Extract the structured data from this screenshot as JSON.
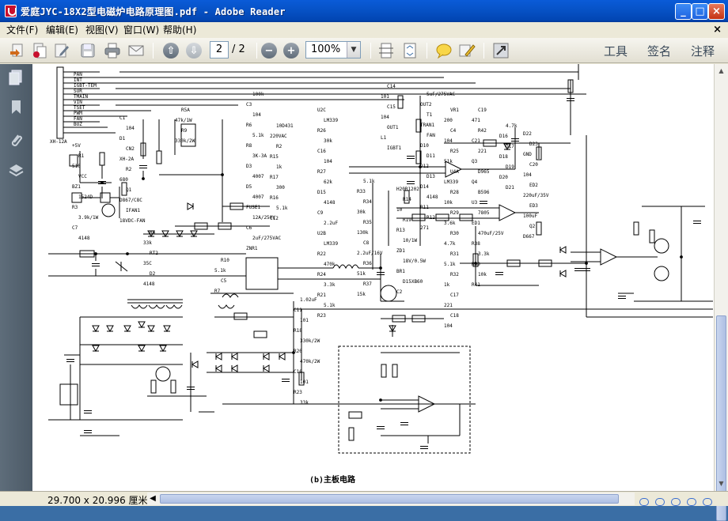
{
  "window": {
    "title": "爱庭JYC-18X2型电磁炉电路原理图.pdf - Adobe Reader",
    "buttons": {
      "minimize": "_",
      "maximize": "□",
      "close": "×"
    }
  },
  "menu": [
    {
      "label": "文件(F)"
    },
    {
      "label": "编辑(E)"
    },
    {
      "label": "视图(V)"
    },
    {
      "label": "窗口(W)"
    },
    {
      "label": "帮助(H)"
    }
  ],
  "menu_close": "×",
  "toolbar": {
    "page_current": "2",
    "page_total": "/ 2",
    "zoom": "100%",
    "tools": "工具",
    "sign": "签名",
    "comment": "注释"
  },
  "status": {
    "page_size": "29.700 x 20.996 厘米"
  },
  "schematic": {
    "caption": "(b)主板电路",
    "connector_pins": [
      "PAN",
      "INT",
      "IGBT-TEM",
      "SUR",
      "TMAIN",
      "VIN",
      "TSET",
      "PWM",
      "FAN",
      "BUZ"
    ],
    "connector_label": "XH-12A",
    "labels": [
      "+5V",
      "R1",
      "510",
      "VCC",
      "BZ1",
      "1524D",
      "R3",
      "3.9k/1W",
      "C7",
      "4148",
      "C1",
      "104",
      "D1",
      "CN2",
      "XH-2A",
      "R2",
      "680",
      "Q1",
      "D867/C8C",
      "IFAN1",
      "18VDC-FAN",
      "R4",
      "33k",
      "RT2",
      "35C",
      "D2",
      "4148",
      "R5A",
      "47k/1W",
      "R9",
      "330k/2W",
      "R10",
      "5.1k",
      "C5",
      "R7",
      "100k",
      "C3",
      "104",
      "R6",
      "5.1k",
      "R8",
      "3K-3A",
      "D3",
      "4007",
      "D5",
      "4007",
      "FUSE1",
      "12A/250V",
      "C6",
      "2uF/275VAC",
      "ZNR1",
      "10D431",
      "220VAC",
      "R2",
      "R15",
      "1k",
      "R17",
      "300",
      "R16",
      "5.1k",
      "C12",
      "1.02uF",
      "C11",
      "101",
      "R18",
      "330k/2W",
      "R20",
      "470k/2W",
      "C10",
      "101",
      "R23",
      "33k",
      "U2C",
      "LM339",
      "R26",
      "30k",
      "C16",
      "104",
      "R27",
      "62k",
      "D15",
      "4148",
      "C9",
      "2.2uF",
      "U2B",
      "LM339",
      "R22",
      "470k",
      "R24",
      "3.3k",
      "R21",
      "5.1k",
      "R23",
      "5.1k",
      "R33",
      "R34",
      "30k",
      "R35",
      "130k",
      "C8",
      "2.2uF/16V",
      "R36",
      "51k",
      "R37",
      "15k",
      "C14",
      "101",
      "C15",
      "104",
      "OUT1",
      "L1",
      "IGBT1",
      "H20R1202",
      "R14",
      "10",
      "R19",
      "R13",
      "10/1W",
      "ZD1",
      "18V/0.5W",
      "BR1",
      "D15XB60",
      "C2",
      "5uF/275VAC",
      "OUT2",
      "T1",
      "TRAN1",
      "FAN",
      "D10",
      "D11",
      "D12",
      "D13",
      "D14",
      "4148",
      "R11",
      "R12",
      "271",
      "VR1",
      "200",
      "C4",
      "104",
      "R25",
      "51k",
      "U4A",
      "LM339",
      "R28",
      "10k",
      "R29",
      "3.6k",
      "R30",
      "4.7k",
      "R31",
      "5.1k",
      "R32",
      "1k",
      "C17",
      "221",
      "C18",
      "104",
      "C19",
      "471",
      "R42",
      "C21",
      "221",
      "Q3",
      "D965",
      "Q4",
      "B596",
      "U3",
      "7805",
      "ED1",
      "470uF/25V",
      "R38",
      "3.3k",
      "R39",
      "10k",
      "R41",
      "4.7k",
      "D16",
      "D17",
      "D18",
      "D19",
      "D20",
      "D21",
      "D22",
      "D23",
      "GND",
      "C20",
      "104",
      "ED2",
      "220uF/35V",
      "ED3",
      "100uF",
      "Q2",
      "D667"
    ]
  }
}
